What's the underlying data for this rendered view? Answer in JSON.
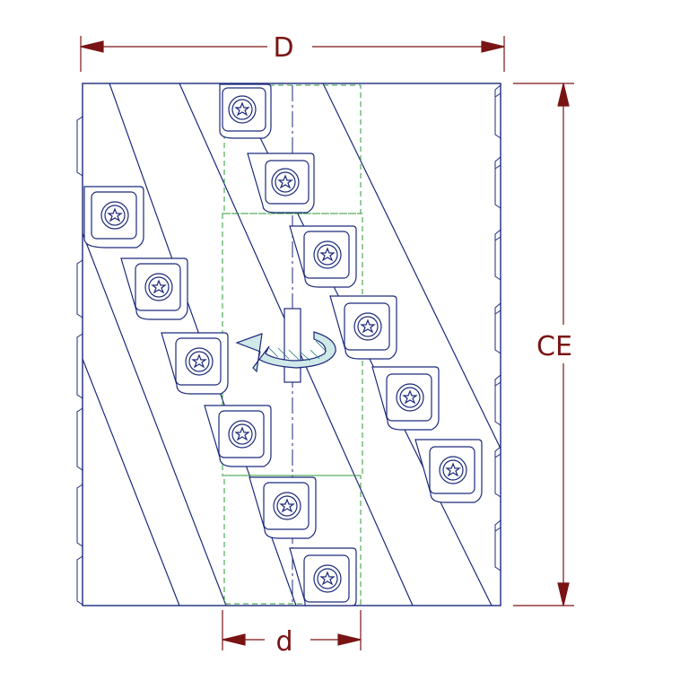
{
  "dimensions": {
    "outer_diameter_label": "D",
    "bore_diameter_label": "d",
    "cutting_length_label": "CE"
  },
  "colors": {
    "outline": "#1c2a7a",
    "dimension": "#7a1414",
    "hidden": "#2f9a3a",
    "hatch": "#1c7a7a",
    "background": "#ffffff"
  },
  "icons": {
    "rotation": "rotation-arrow-icon",
    "screw": "torx-screw-icon"
  }
}
